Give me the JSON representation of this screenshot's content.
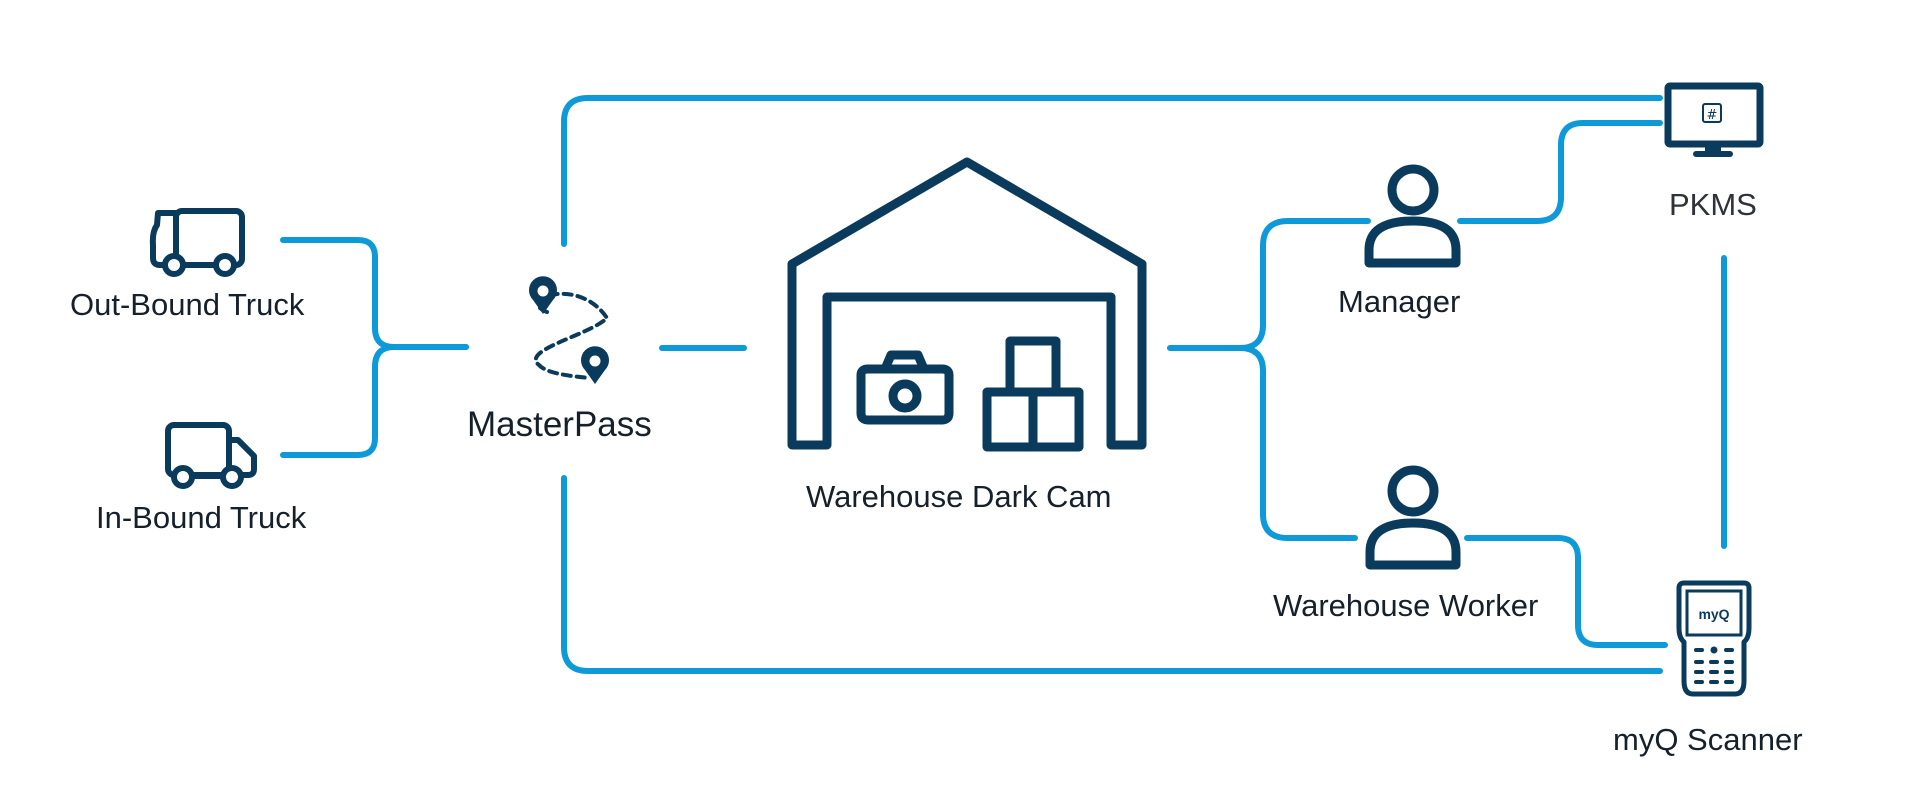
{
  "diagram": {
    "colors": {
      "connector": "#0E99D8",
      "icon": "#0A3B5C",
      "text": "#15202B"
    },
    "nodes": {
      "outbound_truck": {
        "label": "Out-Bound Truck",
        "icon": "truck-icon"
      },
      "inbound_truck": {
        "label": "In-Bound Truck",
        "icon": "truck-icon"
      },
      "masterpass": {
        "label": "MasterPass",
        "icon": "route-map-pin-icon"
      },
      "warehouse": {
        "label": "Warehouse Dark Cam",
        "icon": "warehouse-icon"
      },
      "manager": {
        "label": "Manager",
        "icon": "user-icon"
      },
      "worker": {
        "label": "Warehouse Worker",
        "icon": "user-icon"
      },
      "pkms": {
        "label": "PKMS",
        "icon": "monitor-icon",
        "screen_text": "#"
      },
      "scanner": {
        "label": "myQ Scanner",
        "icon": "handheld-scanner-icon",
        "screen_text": "myQ"
      }
    }
  }
}
